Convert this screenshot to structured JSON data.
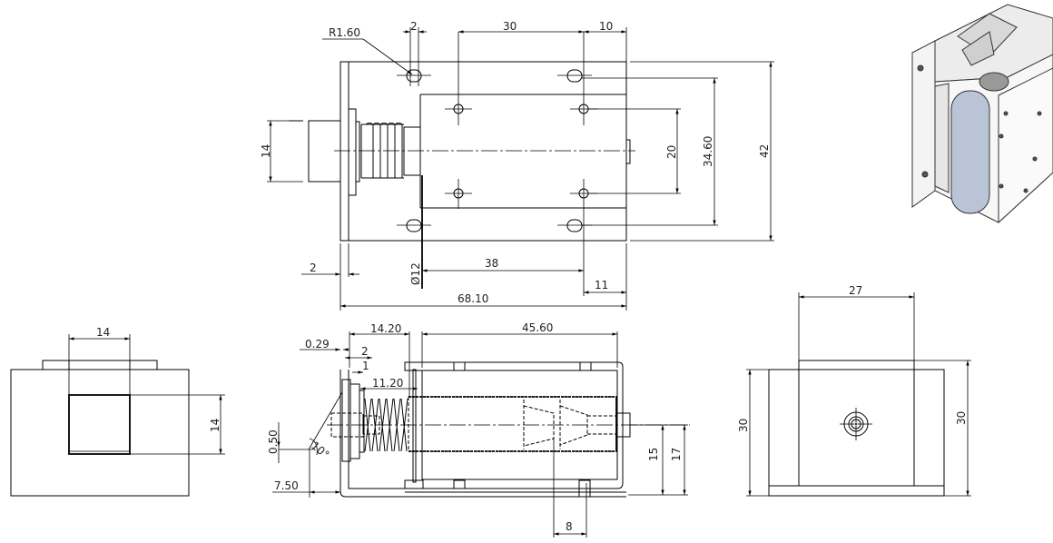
{
  "colors": {
    "line": "#000000",
    "background": "#ffffff",
    "cylinder": "#b9c4d6"
  },
  "top_view": {
    "dims": {
      "slot_width": "2",
      "hole_spacing_x": "30",
      "edge_offset": "10",
      "slot_radius": "R1.60",
      "plunger_height": "14",
      "hole_spacing_y": "20",
      "slot_spacing_y": "34.60",
      "overall_height": "42",
      "flange_thickness": "2",
      "plunger_diameter": "Ø12",
      "hole_to_plunger": "38",
      "hole_to_end": "11",
      "overall_length": "68.10"
    }
  },
  "end_view": {
    "dims": {
      "width": "14",
      "height": "14"
    }
  },
  "side_view": {
    "dims": {
      "plunger_ext": "14.20",
      "body_length": "45.60",
      "gap": "0.29",
      "flange": "2",
      "washer": "1",
      "spring_length": "11.20",
      "chamfer_offset": "0.50",
      "angle": "10°",
      "tip_offset": "7.50",
      "center_height": "15",
      "total_height": "17",
      "slot_pitch": "8"
    }
  },
  "front_view": {
    "dims": {
      "width": "27",
      "height_left": "30",
      "height_right": "30"
    }
  }
}
